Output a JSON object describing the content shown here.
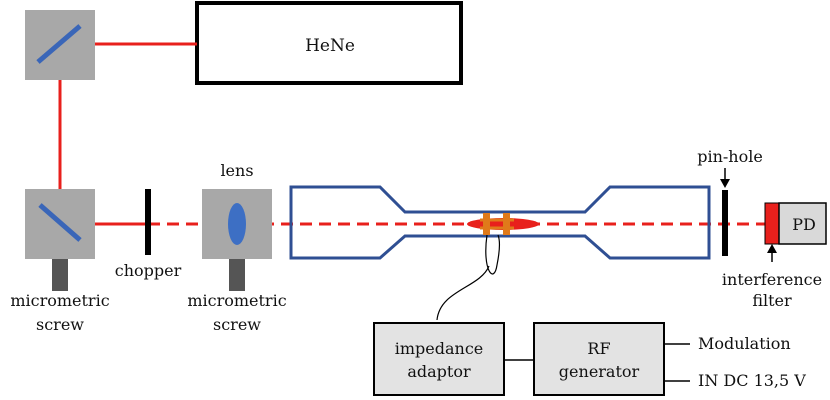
{
  "labels": {
    "laser": "HeNe",
    "lens": "lens",
    "chopper": "chopper",
    "micrometric_1": "micrometric",
    "screw_1": "screw",
    "micrometric_2": "micrometric",
    "screw_2": "screw",
    "pinhole": "pin-hole",
    "detector": "PD",
    "interference": "interference",
    "filter": "filter",
    "impedance": "impedance",
    "adaptor": "adaptor",
    "rf": "RF",
    "generator": "generator",
    "modulation": "Modulation",
    "dc_input": "IN DC 13,5 V"
  },
  "colors": {
    "beam": "#e8201c",
    "tube": "#2f4f93",
    "optic_mount": "#a8a8a8",
    "mirror": "#3a66b8",
    "lens": "#3d6fc4",
    "screw": "#555555",
    "box_fill": "#e3e3e3",
    "filter": "#e8201c",
    "pd_fill": "#d9d9d9",
    "laser_text": "#e8201c",
    "electrode": "#e07a1a"
  }
}
